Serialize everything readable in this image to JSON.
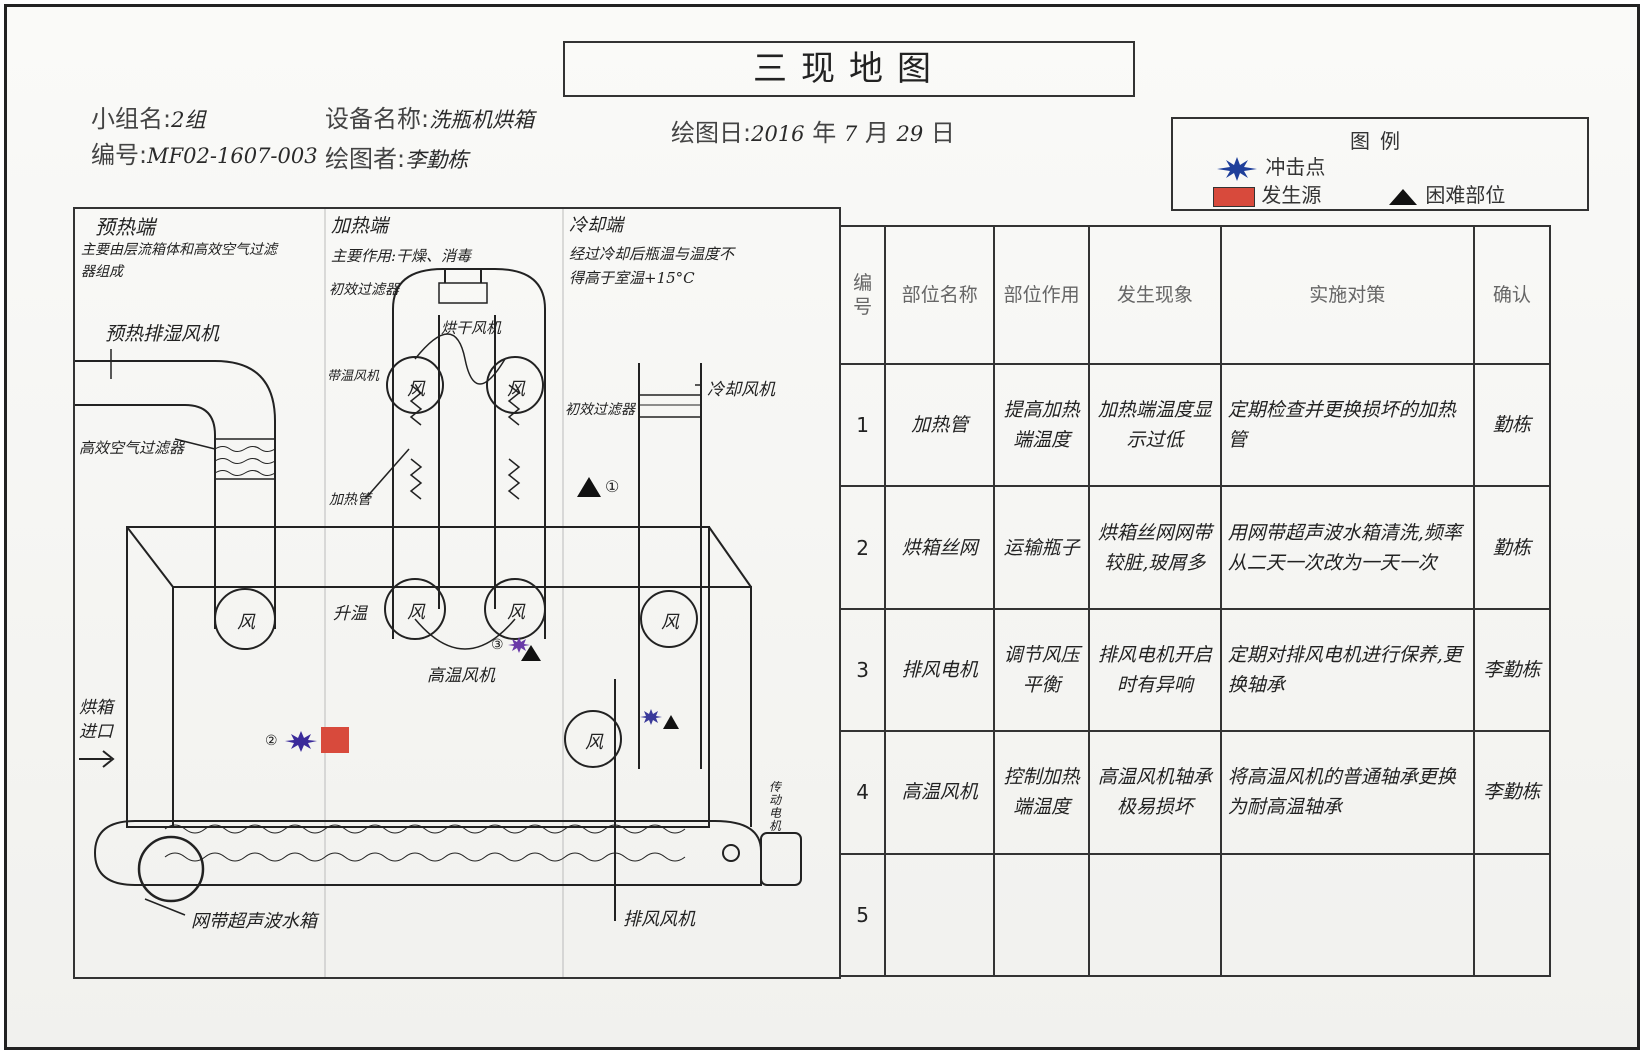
{
  "title": "三现地图",
  "header": {
    "group_label": "小组名:",
    "group_value": "2组",
    "number_label": "编号:",
    "number_value": "MF02-1607-003",
    "device_label": "设备名称:",
    "device_value": "洗瓶机烘箱",
    "drawer_label": "绘图者:",
    "drawer_value": "李勤栋",
    "date_label": "绘图日:",
    "date_year": "2016",
    "date_year_unit": "年",
    "date_month": "7",
    "date_month_unit": "月",
    "date_day": "29",
    "date_day_unit": "日"
  },
  "legend": {
    "title": "图例",
    "impact": "冲击点",
    "source": "发生源",
    "difficult": "困难部位",
    "colors": {
      "impact": "#1f3f9a",
      "source": "#d84a3c",
      "difficult": "#111111"
    }
  },
  "diagram": {
    "preheat_title": "预热端",
    "preheat_desc1": "主要由层流箱体和高效空气过滤",
    "preheat_desc2": "器组成",
    "heat_title": "加热端",
    "heat_desc": "主要作用:干燥、消毒",
    "cool_title": "冷却端",
    "cool_desc1": "经过冷却后瓶温与温度不",
    "cool_desc2": "得高于室温+15°C",
    "preheat_fan": "预热排湿风机",
    "hepa_filter": "高效空气过滤器",
    "primary_filter_heat": "初效过滤器",
    "dry_fan": "烘干风机",
    "tempering_fan": "带温风机",
    "heater_pipe": "加热管",
    "temp_rise": "升温",
    "high_temp_fan": "高温风机",
    "cool_fan": "冷却风机",
    "primary_filter_cool": "初效过滤器",
    "exhaust_fan": "排风风机",
    "oven_inlet1": "烘箱",
    "oven_inlet2": "进口",
    "mesh_belt_tank": "网带超声波水箱",
    "drive_motor": "传动电机",
    "fan_char": "风",
    "mark_1": "①",
    "mark_2": "②",
    "mark_3": "③"
  },
  "table": {
    "headers": [
      "编号",
      "部位名称",
      "部位作用",
      "发生现象",
      "实施对策",
      "确认"
    ],
    "rows": [
      {
        "no": "1",
        "name": "加热管",
        "role": "提高加热端温度",
        "phenomenon": "加热端温度显示过低",
        "measure": "定期检查并更换损坏的加热管",
        "confirm": "勤栋"
      },
      {
        "no": "2",
        "name": "烘箱丝网",
        "role": "运输瓶子",
        "phenomenon": "烘箱丝网网带较脏,玻屑多",
        "measure": "用网带超声波水箱清洗,频率从二天一次改为一天一次",
        "confirm": "勤栋"
      },
      {
        "no": "3",
        "name": "排风电机",
        "role": "调节风压平衡",
        "phenomenon": "排风电机开启时有异响",
        "measure": "定期对排风电机进行保养,更换轴承",
        "confirm": "李勤栋"
      },
      {
        "no": "4",
        "name": "高温风机",
        "role": "控制加热端温度",
        "phenomenon": "高温风机轴承极易损坏",
        "measure": "将高温风机的普通轴承更换为耐高温轴承",
        "confirm": "李勤栋"
      },
      {
        "no": "5",
        "name": "",
        "role": "",
        "phenomenon": "",
        "measure": "",
        "confirm": ""
      }
    ]
  }
}
